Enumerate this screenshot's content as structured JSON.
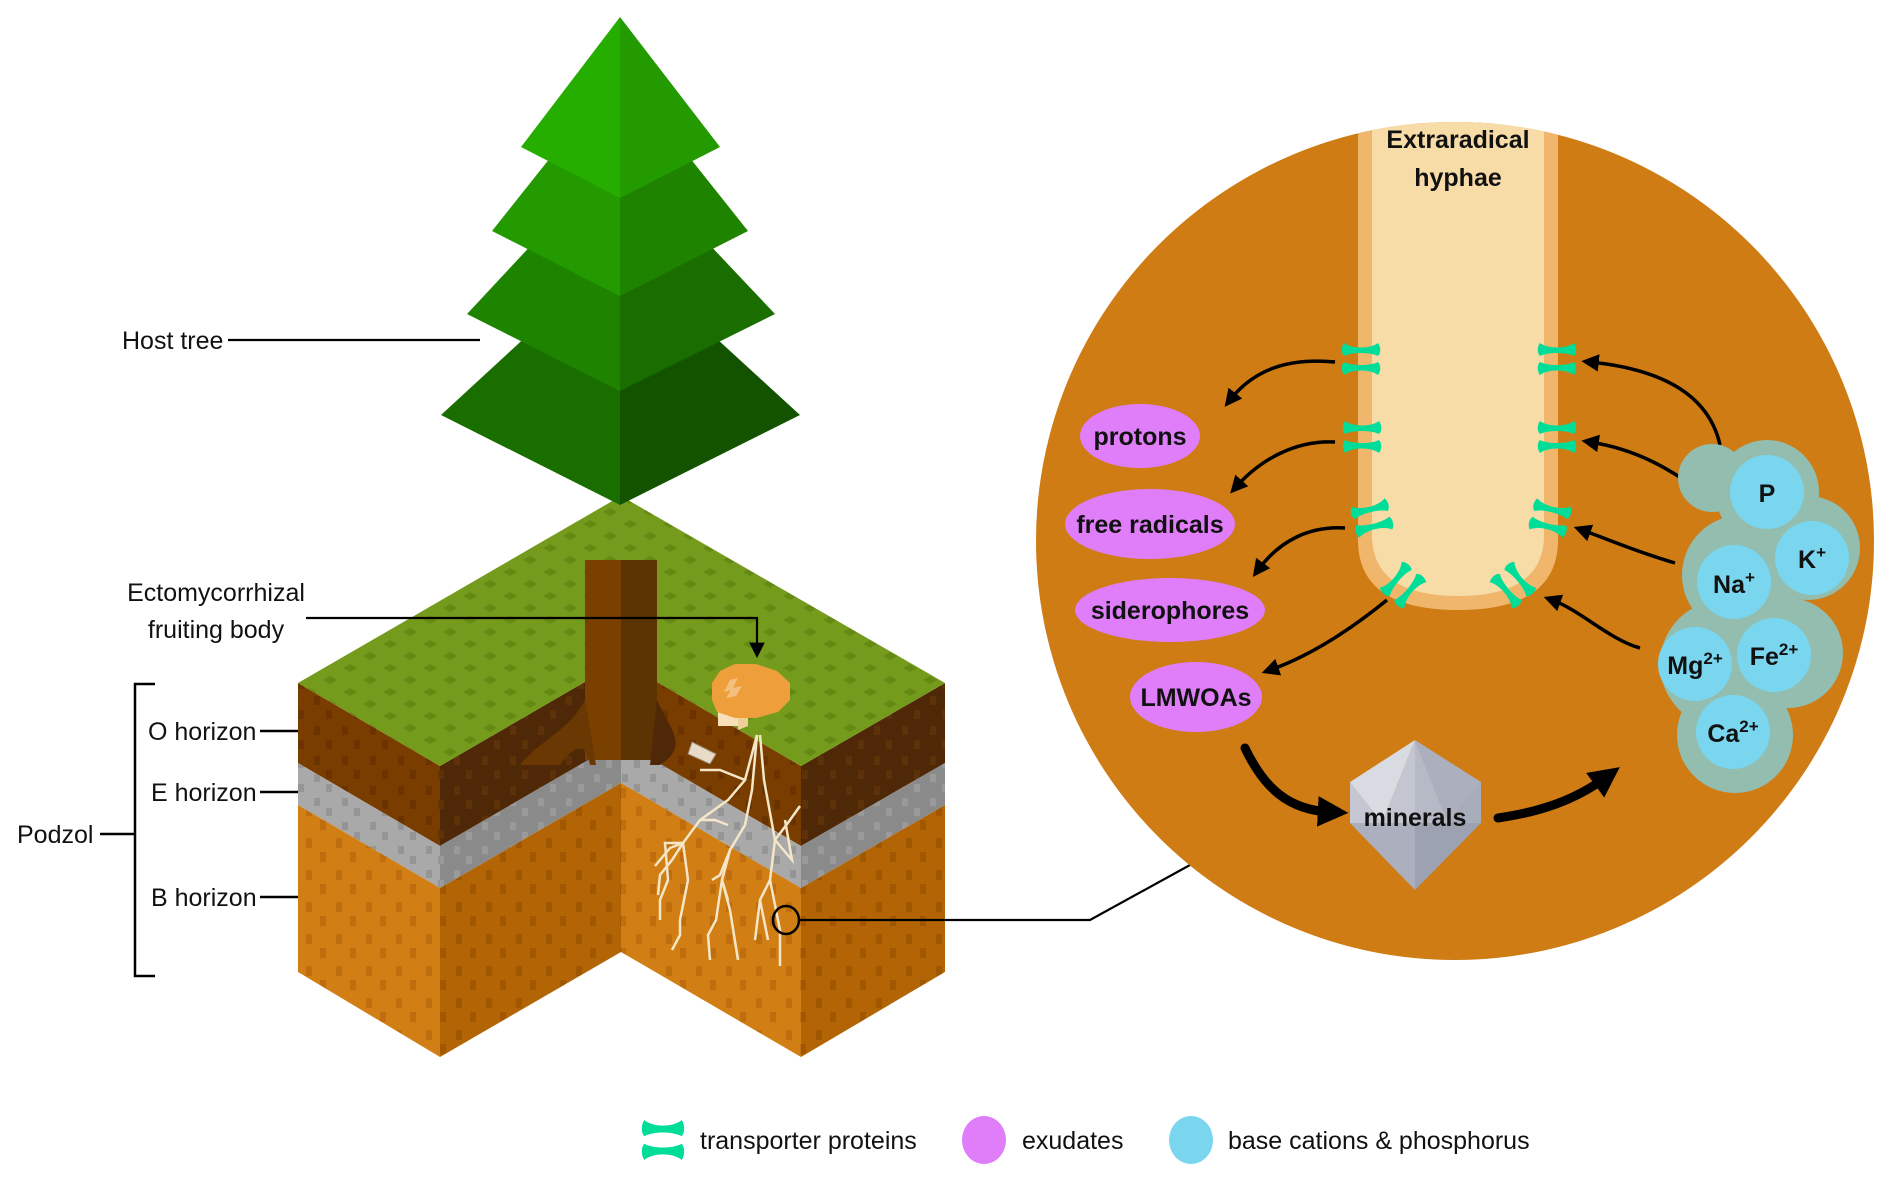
{
  "left_panel": {
    "labels": {
      "host_tree": "Host tree",
      "fruiting_body_line1": "Ectomycorrhizal",
      "fruiting_body_line2": "fruiting body",
      "podzol": "Podzol",
      "o_horizon": "O horizon",
      "e_horizon": "E horizon",
      "b_horizon": "B horizon"
    }
  },
  "inset": {
    "title_line1": "Extraradical",
    "title_line2": "hyphae",
    "exudates": [
      {
        "label": "protons"
      },
      {
        "label": "free radicals"
      },
      {
        "label": "siderophores"
      },
      {
        "label": "LMWOAs"
      }
    ],
    "mineral_label": "minerals",
    "nutrients": [
      {
        "base": "P",
        "charge": ""
      },
      {
        "base": "K",
        "charge": "+"
      },
      {
        "base": "Na",
        "charge": "+"
      },
      {
        "base": "Mg",
        "charge": "2+"
      },
      {
        "base": "Fe",
        "charge": "2+"
      },
      {
        "base": "Ca",
        "charge": "2+"
      }
    ]
  },
  "legend": {
    "items": [
      {
        "icon": "transporter-protein-icon",
        "label": "transporter proteins"
      },
      {
        "icon": "exudate-ellipse-icon",
        "label": "exudates"
      },
      {
        "icon": "cation-ellipse-icon",
        "label": "base cations & phosphorus"
      }
    ]
  },
  "colors": {
    "tree_tiers_left": [
      "#25AE00",
      "#229A00",
      "#1E8400",
      "#1A6E00"
    ],
    "tree_tiers_right": [
      "#229A00",
      "#1E8400",
      "#1A6E00",
      "#135300"
    ],
    "grass": "#759B1D",
    "o_horizon": "#7A3D00",
    "e_horizon": "#A6A6A6",
    "b_horizon": "#D17E14",
    "inset_soil": "#CE7C13",
    "hypha_wall": "#F0B66C",
    "hypha_fill": "#F7DCA8",
    "transporter": "#00DD99",
    "exudate": "#DF7EF8",
    "cation": "#7AD6EE",
    "cation_cluster": "#93BDAF",
    "mineral": "#B4B9C8"
  }
}
